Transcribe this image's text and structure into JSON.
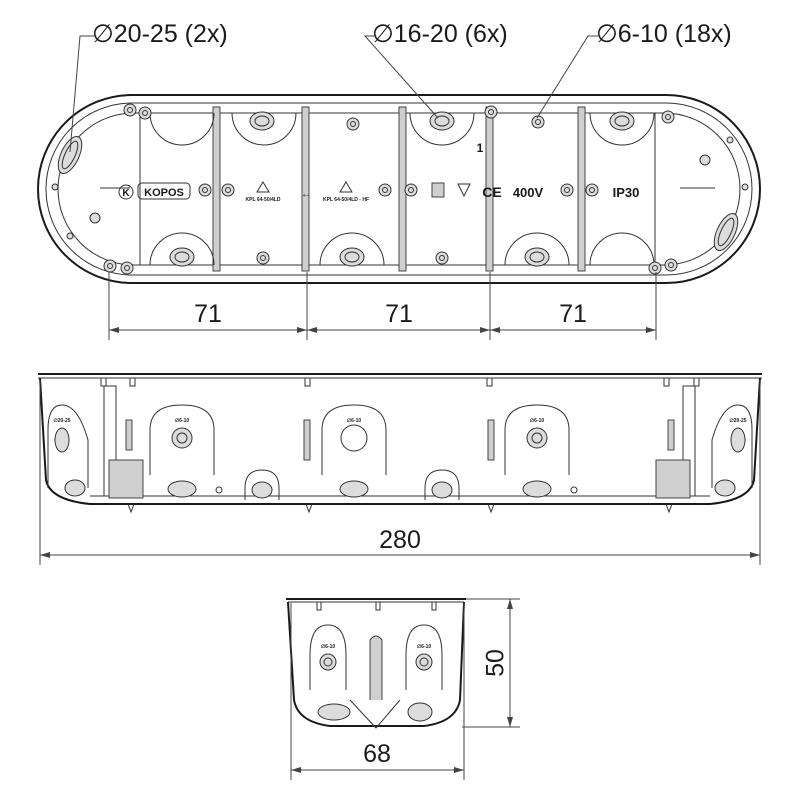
{
  "callouts": {
    "large": "∅20-25 (2x)",
    "medium": "∅16-20 (6x)",
    "small": "∅6-10 (18x)"
  },
  "dimensions": {
    "pitch_1": "71",
    "pitch_2": "71",
    "pitch_3": "71",
    "length": "280",
    "height": "50",
    "width": "68"
  },
  "markings": {
    "brand": "KOPOS",
    "brand_letter": "K",
    "model_left": "KPL 64-50/4LD",
    "model_right": "KPL 64-50/4LD - HF",
    "ce": "CE",
    "voltage": "400V",
    "ip_rating": "IP30",
    "knockout_label": "∅6-10",
    "side_label": "∅20-25",
    "arrow": "←",
    "orientation": "1"
  }
}
